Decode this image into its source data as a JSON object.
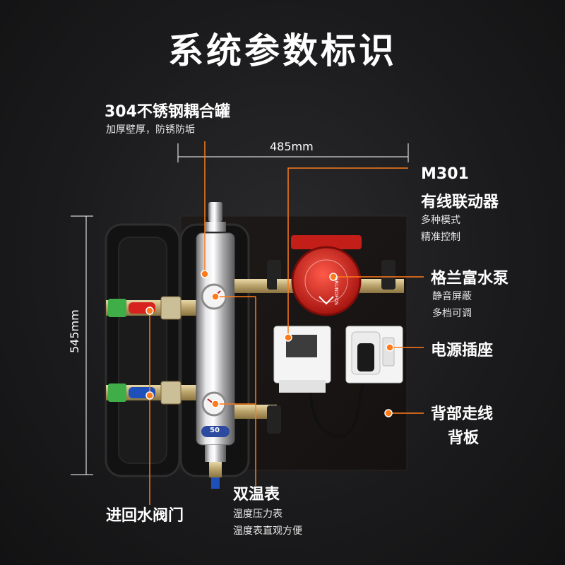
{
  "title": "系统参数标识",
  "tank": {
    "name": "304不锈钢耦合罐",
    "desc": "加厚壁厚，防锈防垢"
  },
  "width_dim": "485mm",
  "height_dim": "545mm",
  "controller": {
    "model": "M301",
    "name": "有线联动器",
    "desc1": "多种模式",
    "desc2": "精准控制"
  },
  "pump": {
    "name": "格兰富水泵",
    "desc1": "静音屏蔽",
    "desc2": "多档可调",
    "brand": "GRUNDFOS"
  },
  "socket": {
    "name": "电源插座"
  },
  "backboard": {
    "line1": "背部走线",
    "line2": "背板"
  },
  "valve": {
    "name": "进回水阀门"
  },
  "gauge": {
    "name": "双温表",
    "desc1": "温度压力表",
    "desc2": "温度表直观方便"
  },
  "badge": "50",
  "colors": {
    "accent": "#ff7a1a",
    "pump_red": "#d8221d",
    "valve_green": "#3fae49",
    "valve_blue": "#1f4fb8"
  }
}
